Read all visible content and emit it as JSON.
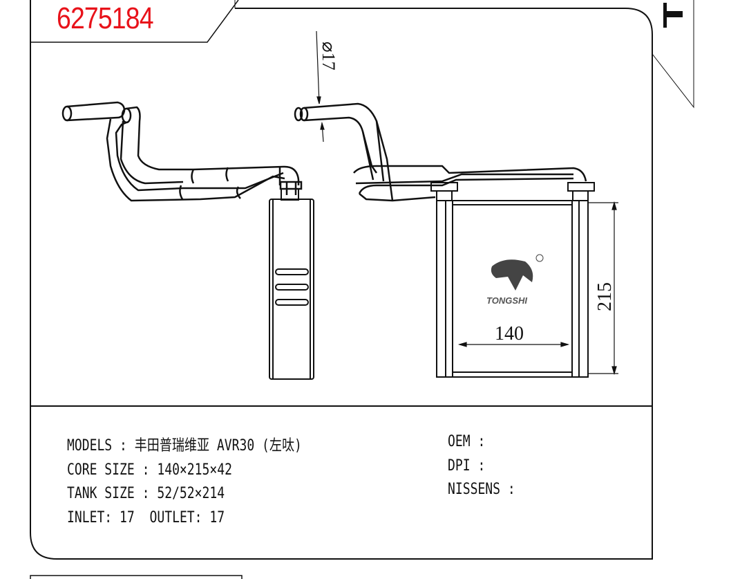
{
  "part_number": "6275184",
  "dimensions": {
    "diameter": "⌀17",
    "width": "140",
    "height": "215"
  },
  "logo": {
    "brand": "TONGSHI",
    "registered": "®"
  },
  "specs": {
    "models_label": "MODELS",
    "models_value": "丰田普瑞维亚 AVR30 (左呔)",
    "core_label": "CORE SIZE",
    "core_value": "140×215×42",
    "tank_label": "TANK SIZE",
    "tank_value": "52/52×214",
    "inlet_label": "INLET",
    "inlet_value": "17",
    "outlet_label": "OUTLET",
    "outlet_value": "17"
  },
  "cross_refs": {
    "oem_label": "OEM",
    "dpi_label": "DPI",
    "nissens_label": "NISSENS"
  }
}
